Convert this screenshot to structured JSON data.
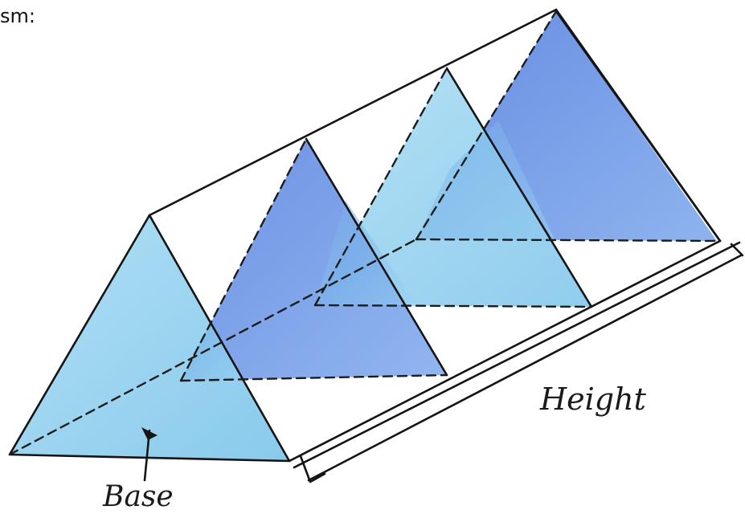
{
  "caption": "sm:",
  "labels": {
    "height": "Height",
    "base": "Base"
  },
  "colors": {
    "light_blue": "#8fd0ee",
    "mid_blue": "#5a90e4",
    "deep_blue": "#4a74da",
    "ink": "#141414"
  }
}
